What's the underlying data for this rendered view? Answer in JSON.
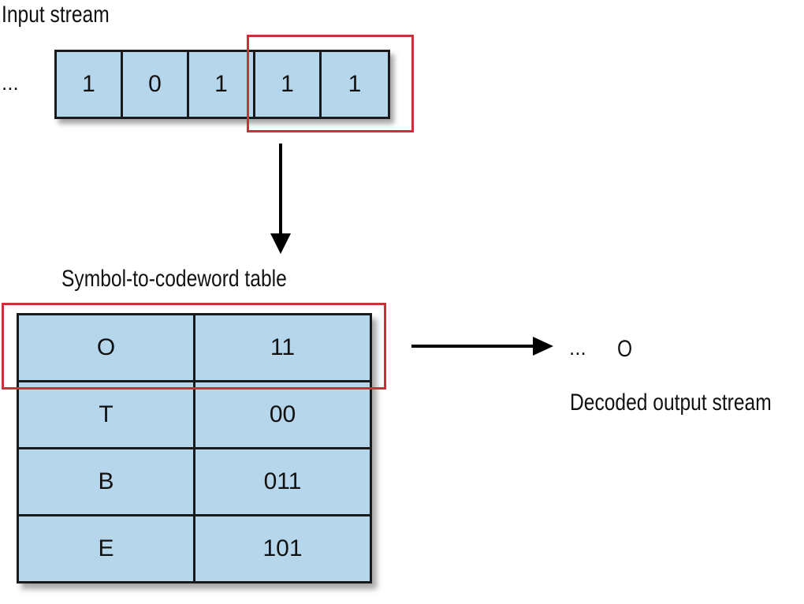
{
  "input_stream": {
    "label": "Input stream",
    "ellipsis": "...",
    "bits": [
      "1",
      "0",
      "1",
      "1",
      "1"
    ]
  },
  "table": {
    "label": "Symbol-to-codeword table",
    "rows": [
      {
        "symbol": "O",
        "codeword": "11"
      },
      {
        "symbol": "T",
        "codeword": "00"
      },
      {
        "symbol": "B",
        "codeword": "011"
      },
      {
        "symbol": "E",
        "codeword": "101"
      }
    ]
  },
  "output_stream": {
    "ellipsis": "...",
    "value": "O",
    "label": "Decoded output stream"
  },
  "colors": {
    "cell_fill": "#b6d6ec",
    "highlight": "#c8303a",
    "border": "#1a1a1a"
  }
}
